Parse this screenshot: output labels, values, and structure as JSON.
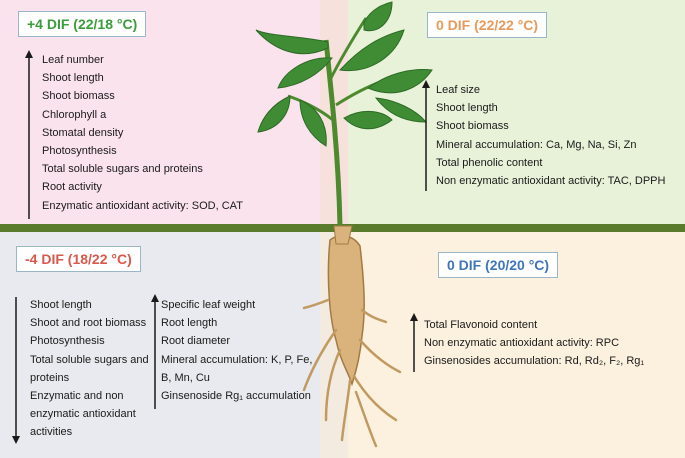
{
  "quadrants": {
    "top_left": {
      "title": "+4 DIF (22/18 °C)",
      "direction": "up",
      "items": [
        "Leaf number",
        "Shoot length",
        "Shoot biomass",
        "Chlorophyll a",
        "Stomatal density",
        "Photosynthesis",
        "Total soluble sugars and proteins",
        "Root activity",
        "Enzymatic antioxidant activity: SOD, CAT"
      ]
    },
    "top_right": {
      "title": "0 DIF (22/22 °C)",
      "direction": "up",
      "items": [
        "Leaf size",
        "Shoot length",
        "Shoot biomass",
        "Mineral accumulation: Ca, Mg, Na, Si, Zn",
        "Total phenolic content",
        "Non enzymatic antioxidant activity: TAC, DPPH"
      ]
    },
    "bottom_left": {
      "title": "-4 DIF (18/22 °C)",
      "decrease": {
        "direction": "down",
        "items": [
          "Shoot length",
          "Shoot and root biomass",
          "Photosynthesis",
          "Total soluble sugars and proteins",
          "Enzymatic and non enzymatic antioxidant activities"
        ]
      },
      "increase": {
        "direction": "up",
        "items": [
          "Specific leaf weight",
          "Root length",
          "Root diameter",
          "Mineral accumulation: K, P, Fe, B, Mn, Cu",
          "Ginsenoside Rg₁ accumulation"
        ]
      }
    },
    "bottom_right": {
      "title": "0 DIF (20/20 °C)",
      "direction": "up",
      "items": [
        "Total Flavonoid content",
        "Non enzymatic antioxidant activity: RPC",
        "Ginsenosides accumulation: Rd, Rd₂, F₂, Rg₁"
      ]
    }
  },
  "colors": {
    "tl_title": "#3a9c3a",
    "tr_title": "#e79a5a",
    "bl_title": "#d9584c",
    "br_title": "#3f76b8",
    "soil": "#5a7a2c"
  }
}
